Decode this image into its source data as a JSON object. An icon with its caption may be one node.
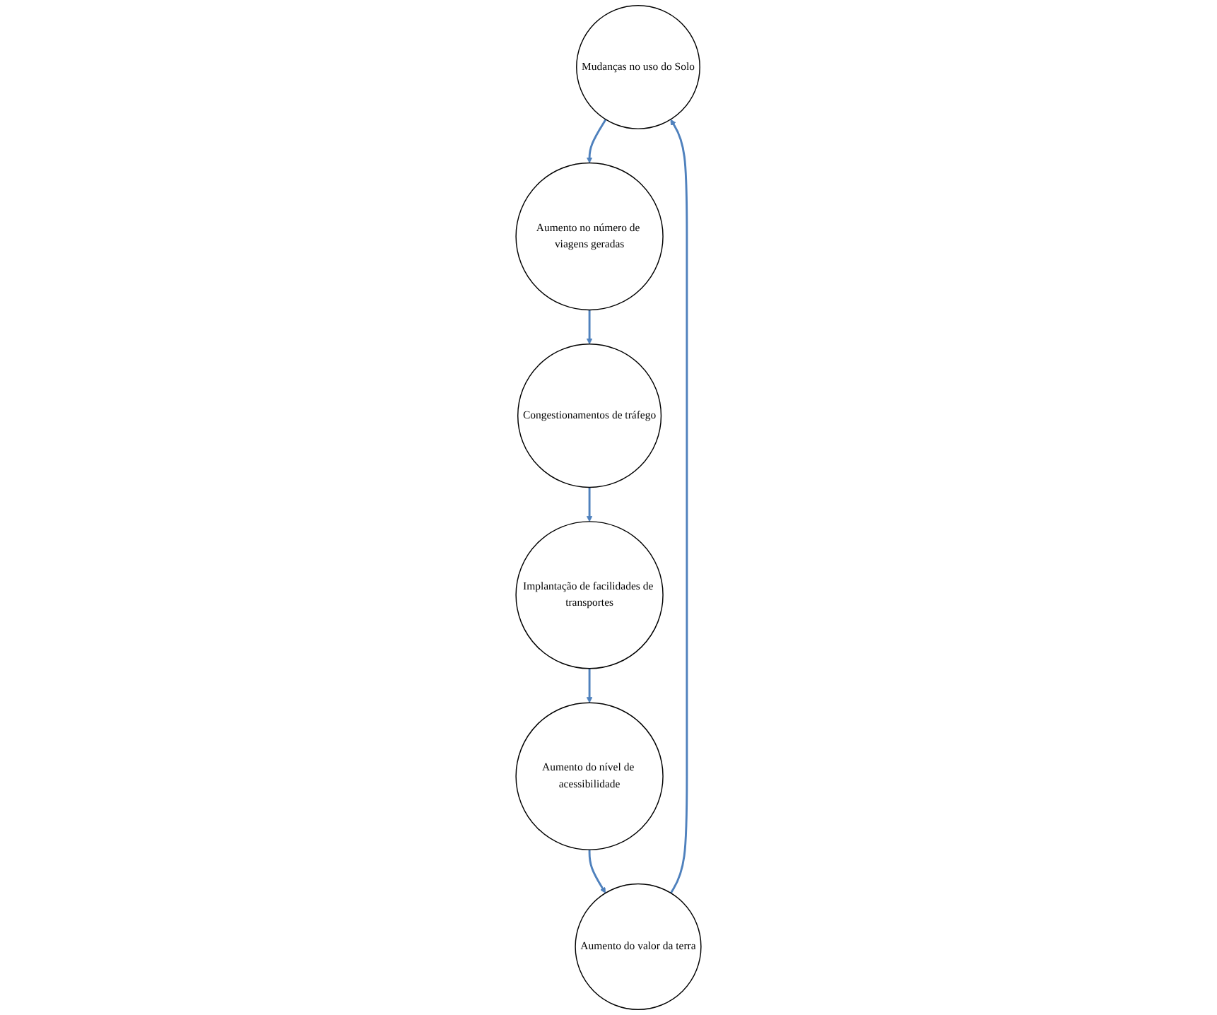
{
  "diagram": {
    "nodes": [
      {
        "text": [
          "Mudanças no uso do Solo"
        ]
      },
      {
        "text": [
          "Aumento do valor da terra"
        ]
      },
      {
        "text": [
          "Aumento no número de viagens geradas"
        ]
      },
      {
        "text": [
          "Aumento do nível de acessibilidade"
        ]
      },
      {
        "text": [
          "Congestionamentos de tráfego"
        ]
      },
      {
        "text": [
          "Implantação de facilidades de transportes"
        ]
      }
    ],
    "edges": [
      {
        "from": 0,
        "to": 2,
        "arrow": "to",
        "color": "#4f81bd"
      },
      {
        "from": 2,
        "to": 4,
        "arrow": "to",
        "color": "#4f81bd"
      },
      {
        "from": 4,
        "to": 5,
        "arrow": "to",
        "color": "#4f81bd"
      },
      {
        "from": 5,
        "to": 3,
        "arrow": "to",
        "color": "#4f81bd"
      },
      {
        "from": 3,
        "to": 1,
        "arrow": "to",
        "color": "#4f81bd"
      },
      {
        "from": 1,
        "to": 0,
        "arrow": "to",
        "color": "#4f81bd"
      }
    ]
  }
}
